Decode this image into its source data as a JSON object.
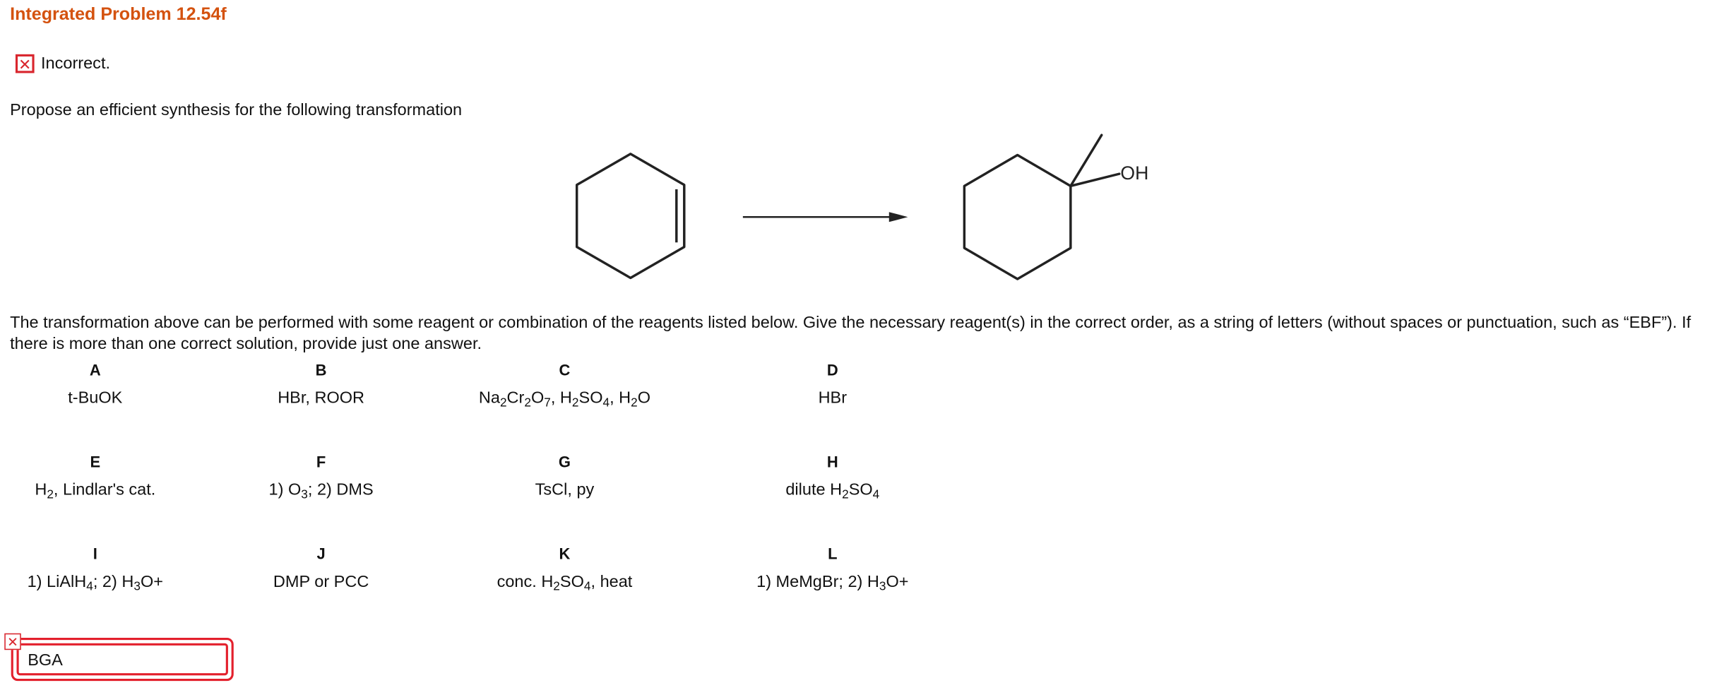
{
  "header": {
    "title": "Integrated Problem 12.54f"
  },
  "status": {
    "icon": "x-icon",
    "text": "Incorrect.",
    "color": "#d9262e"
  },
  "question": {
    "prompt": "Propose an efficient synthesis for the following transformation",
    "product_label": "OH",
    "instructions": "The transformation above can be performed with some reagent or combination of the reagents listed below. Give the necessary reagent(s) in the correct order, as a string of letters (without spaces or punctuation, such as “EBF”). If there is more than one correct solution, provide just one answer."
  },
  "reagents": [
    {
      "letter": "A",
      "parts": [
        {
          "t": "t-BuOK"
        }
      ]
    },
    {
      "letter": "B",
      "parts": [
        {
          "t": "HBr, ROOR"
        }
      ]
    },
    {
      "letter": "C",
      "parts": [
        {
          "t": "Na"
        },
        {
          "s": "2"
        },
        {
          "t": "Cr"
        },
        {
          "s": "2"
        },
        {
          "t": "O"
        },
        {
          "s": "7"
        },
        {
          "t": ", H"
        },
        {
          "s": "2"
        },
        {
          "t": "SO"
        },
        {
          "s": "4"
        },
        {
          "t": ", H"
        },
        {
          "s": "2"
        },
        {
          "t": "O"
        }
      ]
    },
    {
      "letter": "D",
      "parts": [
        {
          "t": "HBr"
        }
      ]
    },
    {
      "letter": "E",
      "parts": [
        {
          "t": "H"
        },
        {
          "s": "2"
        },
        {
          "t": ", Lindlar's cat."
        }
      ]
    },
    {
      "letter": "F",
      "parts": [
        {
          "t": "1) O"
        },
        {
          "s": "3"
        },
        {
          "t": "; 2) DMS"
        }
      ]
    },
    {
      "letter": "G",
      "parts": [
        {
          "t": "TsCl, py"
        }
      ]
    },
    {
      "letter": "H",
      "parts": [
        {
          "t": "dilute H"
        },
        {
          "s": "2"
        },
        {
          "t": "SO"
        },
        {
          "s": "4"
        }
      ]
    },
    {
      "letter": "I",
      "parts": [
        {
          "t": "1) LiAlH"
        },
        {
          "s": "4"
        },
        {
          "t": "; 2) H"
        },
        {
          "s": "3"
        },
        {
          "t": "O+"
        }
      ]
    },
    {
      "letter": "J",
      "parts": [
        {
          "t": "DMP or PCC"
        }
      ]
    },
    {
      "letter": "K",
      "parts": [
        {
          "t": "conc. H"
        },
        {
          "s": "2"
        },
        {
          "t": "SO"
        },
        {
          "s": "4"
        },
        {
          "t": ", heat"
        }
      ]
    },
    {
      "letter": "L",
      "parts": [
        {
          "t": "1) MeMgBr; 2) H"
        },
        {
          "s": "3"
        },
        {
          "t": "O+"
        }
      ]
    }
  ],
  "answer": {
    "value": "BGA",
    "status_icon": "x-icon",
    "border_color": "#e3202c"
  }
}
